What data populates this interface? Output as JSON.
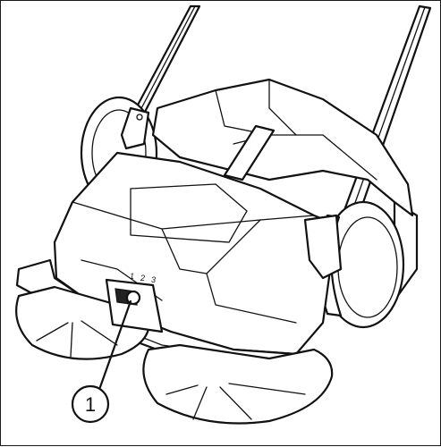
{
  "diagram": {
    "callouts": [
      {
        "id": "1",
        "label": "1"
      }
    ],
    "position_marks": [
      "1",
      "2",
      "3"
    ]
  },
  "colors": {
    "line": "#111111",
    "background": "#ffffff"
  }
}
